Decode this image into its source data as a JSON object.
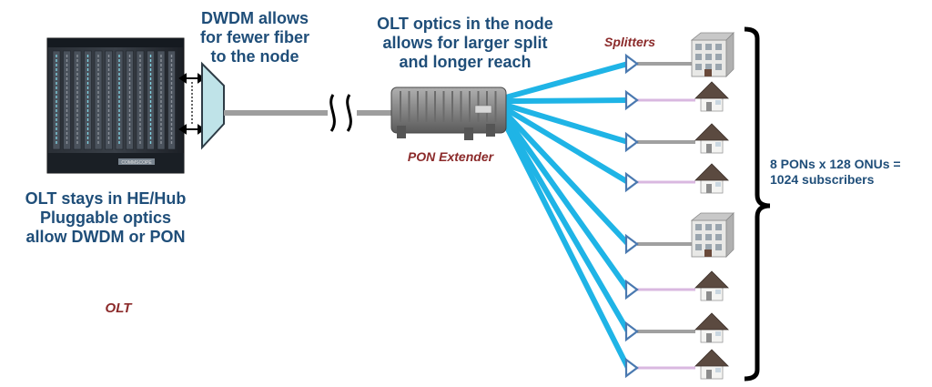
{
  "labels": {
    "dwdm_note": [
      "DWDM allows",
      "for fewer fiber",
      "to the node"
    ],
    "optics_note": [
      "OLT optics in the node",
      "allows for larger split",
      "and longer reach"
    ],
    "olt_note": [
      "OLT stays in HE/Hub",
      "Pluggable optics",
      "allow DWDM or PON"
    ],
    "olt": "OLT",
    "splitters": "Splitters",
    "pon_extender": "PON Extender",
    "subscribers": [
      "8 PONs x 128 ONUs =",
      "1024 subscribers"
    ],
    "chassis_brand": "COMMSCOPE"
  },
  "branches": [
    {
      "building": "apartment"
    },
    {
      "building": "house"
    },
    {
      "building": "house"
    },
    {
      "building": "house"
    },
    {
      "building": "apartment"
    },
    {
      "building": "house"
    },
    {
      "building": "house"
    },
    {
      "building": "house"
    }
  ],
  "colors": {
    "label_blue": "#1f4e79",
    "label_red": "#8b2a2a",
    "fiber_cyan": "#1fb4e6",
    "trunk_gray": "#a0a0a0",
    "drop_pink": "#d9b8e0",
    "mux_fill": "#bfe3e8",
    "splitter_fill": "#4a79b0"
  }
}
